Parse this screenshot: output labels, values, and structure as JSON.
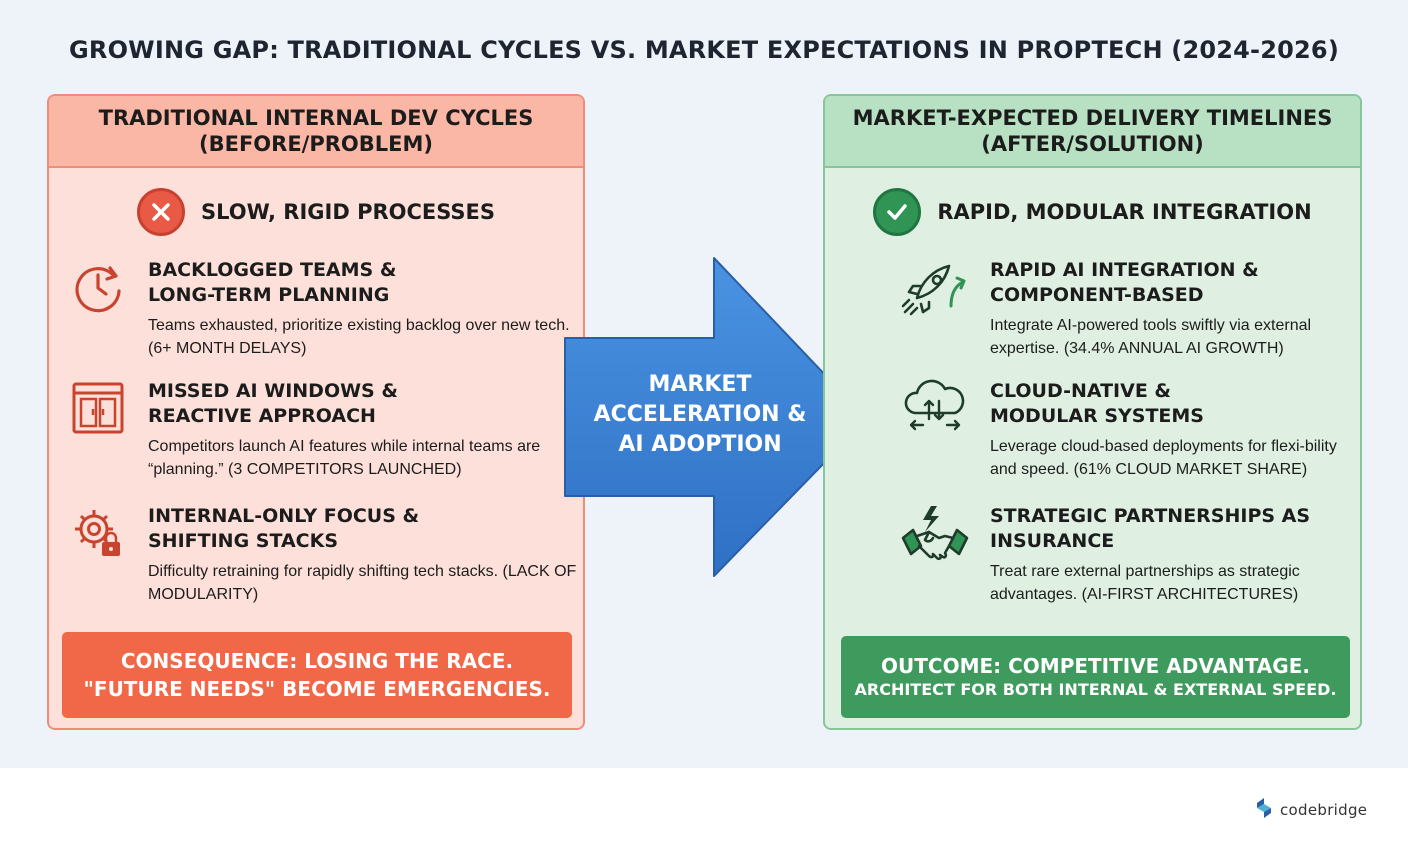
{
  "title": "GROWING GAP: TRADITIONAL CYCLES VS. MARKET EXPECTATIONS IN PROPTECH (2024-2026)",
  "left": {
    "header": "TRADITIONAL INTERNAL DEV CYCLES\n(BEFORE/PROBLEM)",
    "sub_title": "SLOW, RIGID PROCESSES",
    "sub_icon": "x-circle-icon",
    "items": [
      {
        "icon": "clock-icon",
        "head": "BACKLOGGED TEAMS &\nLONG-TERM PLANNING",
        "desc": "Teams exhausted, prioritize existing backlog over new tech. (6+ MONTH DELAYS)"
      },
      {
        "icon": "window-icon",
        "head": "MISSED AI WINDOWS &\nREACTIVE APPROACH",
        "desc": "Competitors launch AI features while internal teams are “planning.” (3 COMPETITORS LAUNCHED)"
      },
      {
        "icon": "gear-lock-icon",
        "head": "INTERNAL-ONLY FOCUS &\nSHIFTING STACKS",
        "desc": "Difficulty retraining for rapidly shifting tech stacks. (LACK OF MODULARITY)"
      }
    ],
    "banner": {
      "line1": "CONSEQUENCE: LOSING THE RACE.",
      "line2": "\"FUTURE NEEDS\" BECOME EMERGENCIES."
    }
  },
  "arrow": {
    "label": "MARKET\nACCELERATION &\nAI ADOPTION"
  },
  "right": {
    "header": "MARKET-EXPECTED DELIVERY TIMELINES\n(AFTER/SOLUTION)",
    "sub_title": "RAPID, MODULAR INTEGRATION",
    "sub_icon": "check-circle-icon",
    "items": [
      {
        "icon": "rocket-icon",
        "head": "RAPID AI INTEGRATION &\nCOMPONENT-BASED",
        "desc": "Integrate AI-powered tools swiftly via external expertise. (34.4% ANNUAL AI GROWTH)"
      },
      {
        "icon": "cloud-icon",
        "head": "CLOUD-NATIVE &\nMODULAR SYSTEMS",
        "desc": "Leverage cloud-based deployments for flexi-bility and speed. (61% CLOUD MARKET SHARE)"
      },
      {
        "icon": "handshake-icon",
        "head": "STRATEGIC PARTNERSHIPS AS\nINSURANCE",
        "desc": "Treat rare external partnerships as strategic advantages. (AI-FIRST ARCHITECTURES)"
      }
    ],
    "banner": {
      "line1": "OUTCOME: COMPETITIVE ADVANTAGE.",
      "line2": "ARCHITECT FOR BOTH INTERNAL & EXTERNAL SPEED."
    }
  },
  "logo": {
    "text": "codebridge"
  },
  "colors": {
    "problem_accent": "#e85a45",
    "solution_accent": "#2f9454",
    "arrow_blue": "#3f86d8"
  }
}
